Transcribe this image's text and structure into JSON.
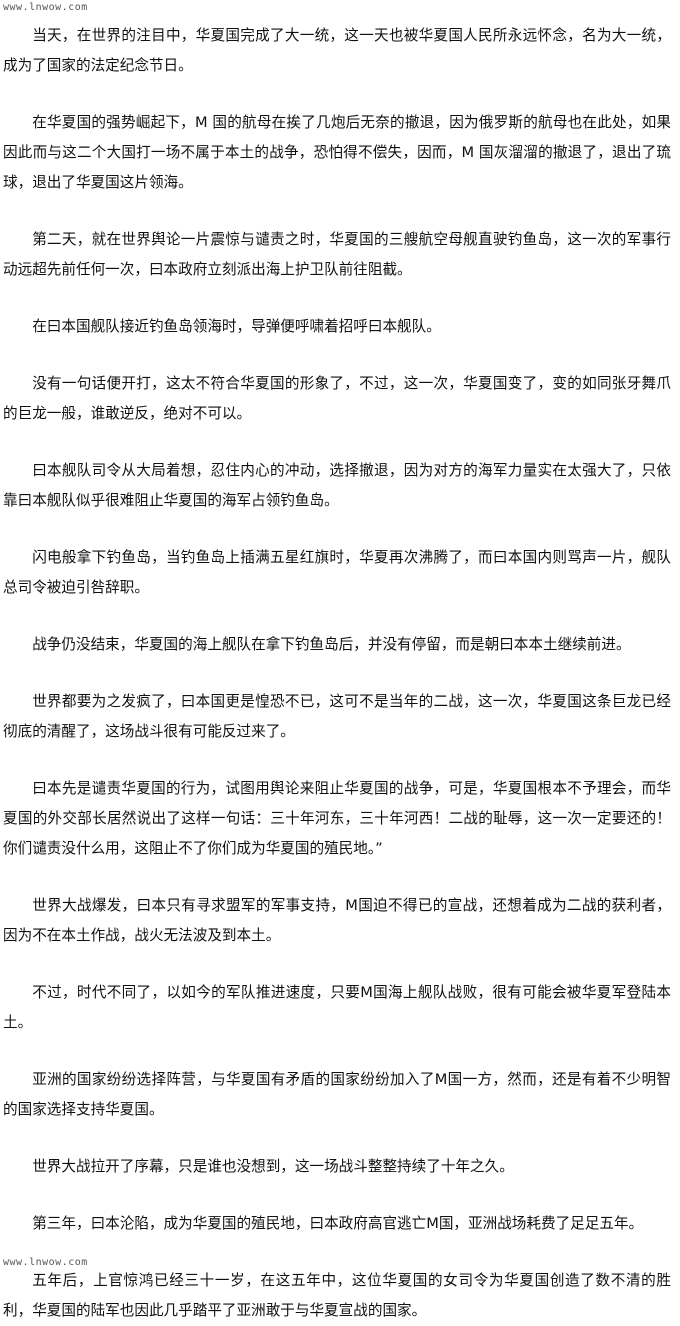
{
  "watermark": {
    "top": "www.lnwow.com",
    "bottom": "www.lnwow.com"
  },
  "paragraphs": [
    "当天，在世界的注目中，华夏国完成了大一统，这一天也被华夏国人民所永远怀念，名为大一统，成为了国家的法定纪念节日。",
    "在华夏国的强势崛起下，M 国的航母在挨了几炮后无奈的撤退，因为俄罗斯的航母也在此处，如果因此而与这二个大国打一场不属于本土的战争，恐怕得不偿失，因而，M 国灰溜溜的撤退了，退出了琉球，退出了华夏国这片领海。",
    "第二天，就在世界舆论一片震惊与谴责之时，华夏国的三艘航空母舰直驶钓鱼岛，这一次的军事行动远超先前任何一次，曰本政府立刻派出海上护卫队前往阻截。",
    "在曰本国舰队接近钓鱼岛领海时，导弹便呼啸着招呼曰本舰队。",
    "没有一句话便开打，这太不符合华夏国的形象了，不过，这一次，华夏国变了，变的如同张牙舞爪的巨龙一般，谁敢逆反，绝对不可以。",
    "曰本舰队司令从大局着想，忍住内心的冲动，选择撤退，因为对方的海军力量实在太强大了，只依靠曰本舰队似乎很难阻止华夏国的海军占领钓鱼岛。",
    "闪电般拿下钓鱼岛，当钓鱼岛上插满五星红旗时，华夏再次沸腾了，而曰本国内则骂声一片，舰队总司令被迫引咎辞职。",
    "战争仍没结束，华夏国的海上舰队在拿下钓鱼岛后，并没有停留，而是朝曰本本土继续前进。",
    "世界都要为之发疯了，曰本国更是惶恐不已，这可不是当年的二战，这一次，华夏国这条巨龙已经彻底的清醒了，这场战斗很有可能反过来了。",
    "曰本先是谴责华夏国的行为，试图用舆论来阻止华夏国的战争，可是，华夏国根本不予理会，而华夏国的外交部长居然说出了这样一句话：三十年河东，三十年河西！二战的耻辱，这一次一定要还的！你们谴责没什么用，这阻止不了你们成为华夏国的殖民地。”",
    "世界大战爆发，曰本只有寻求盟军的军事支持，M国迫不得已的宣战，还想着成为二战的获利者，因为不在本土作战，战火无法波及到本土。",
    "不过，时代不同了，以如今的军队推进速度，只要M国海上舰队战败，很有可能会被华夏军登陆本土。",
    "亚洲的国家纷纷选择阵营，与华夏国有矛盾的国家纷纷加入了M国一方，然而，还是有着不少明智的国家选择支持华夏国。",
    "世界大战拉开了序幕，只是谁也没想到，这一场战斗整整持续了十年之久。",
    "第三年，曰本沦陷，成为华夏国的殖民地，曰本政府高官逃亡M国，亚洲战场耗费了足足五年。",
    "五年后，上官惊鸿已经三十一岁，在这五年中，这位华夏国的女司令为华夏国创造了数不清的胜利，华夏国的陆军也因此几乎踏平了亚洲敢于与华夏宣战的国家。"
  ]
}
